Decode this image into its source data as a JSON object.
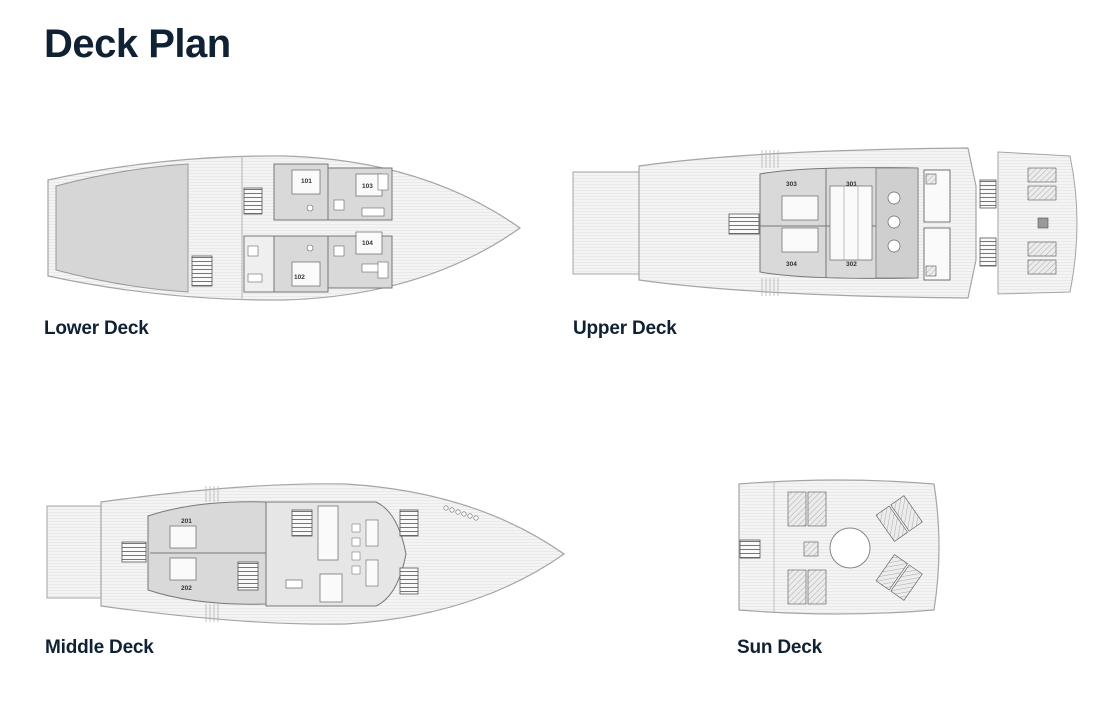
{
  "page": {
    "title": "Deck Plan"
  },
  "decks": {
    "lower": {
      "label": "Lower Deck",
      "rooms": [
        "101",
        "102",
        "103",
        "104"
      ]
    },
    "upper": {
      "label": "Upper Deck",
      "rooms": [
        "303",
        "301",
        "304",
        "302"
      ]
    },
    "middle": {
      "label": "Middle Deck",
      "rooms": [
        "201",
        "202"
      ]
    },
    "sun": {
      "label": "Sun Deck"
    }
  },
  "colors": {
    "heading": "#0f2133",
    "hull_fill": "#f2f2f2",
    "hull_stroke": "#a7a7a7",
    "cabin_fill": "#dcdcdc"
  }
}
